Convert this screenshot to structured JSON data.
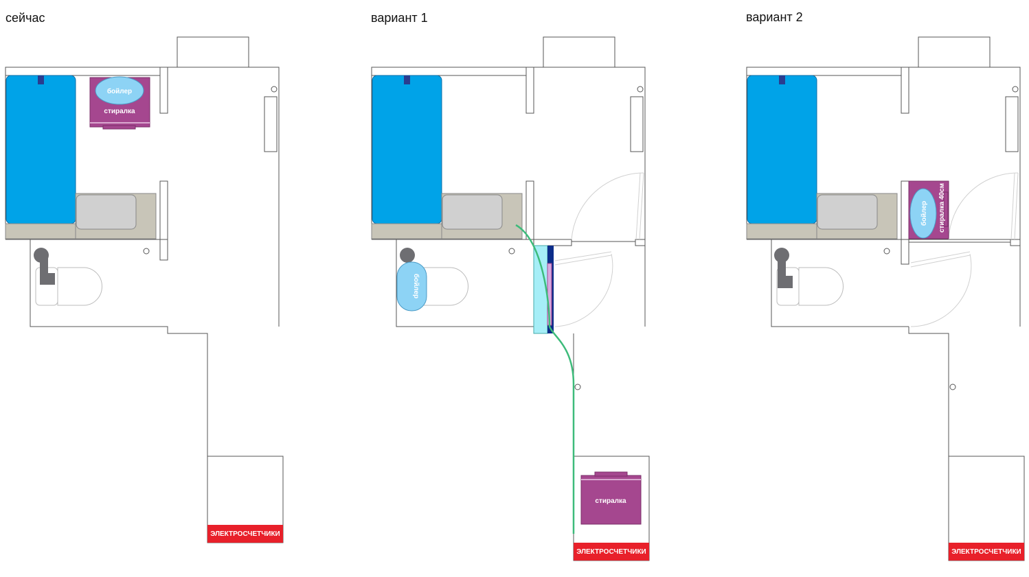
{
  "titles": {
    "current": "сейчас",
    "variant1": "вариант 1",
    "variant2": "вариант 2"
  },
  "labels": {
    "boiler": "бойлер",
    "washer": "стиралка",
    "washer_40": "стиралка 40см",
    "meters": "ЭЛЕКТРОСЧЕТЧИКИ"
  },
  "colors": {
    "wall": "#555555",
    "bath": "#00a3e8",
    "tub": "#d0d0d0",
    "tub_base": "#c8c5b8",
    "boiler": "#8dd3f5",
    "washer": "#a5478f",
    "toilet_pipe": "#6e6e72",
    "meters": "#e8202a",
    "hose": "#3dbb7a",
    "cabinet": "#a6eef7",
    "cabinet_dark": "#0c2d8a"
  }
}
